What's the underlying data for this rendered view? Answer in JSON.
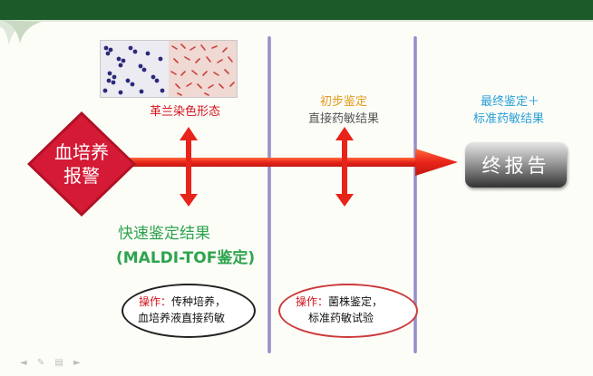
{
  "labels": {
    "gram_stain": "革兰染色形态",
    "blood_culture_line1": "血培养",
    "blood_culture_line2": "报警",
    "preliminary_id": "初步鉴定",
    "direct_ast": "直接药敏结果",
    "final_id_line1": "最终鉴定＋",
    "final_id_line2": "标准药敏结果",
    "final_report": "终报告",
    "rapid_id_line1": "快速鉴定结果",
    "rapid_id_line2": "(MALDI-TOF鉴定)"
  },
  "operations": {
    "left": {
      "prefix": "操作：",
      "line1": "传种培养，",
      "line2": "血培养液直接药敏"
    },
    "right": {
      "prefix": "操作：",
      "line1": "菌株鉴定，",
      "line2": "标准药敏试验"
    }
  },
  "icons": {
    "diamond": "red-diamond-shape",
    "main_arrow": "red-right-arrow",
    "vertical_arrow": "red-double-headed-vertical-arrow",
    "divider": "purple-vertical-divider",
    "photo": "gram-stain-microscopy-photo"
  },
  "colors": {
    "banner": "#1c5a2a",
    "arrow_red": "#e8241a",
    "gram_label": "#d3131e",
    "preliminary": "#e39a1e",
    "final": "#2a9fd6",
    "rapid": "#2da44e",
    "divider": "#8a84c6"
  }
}
